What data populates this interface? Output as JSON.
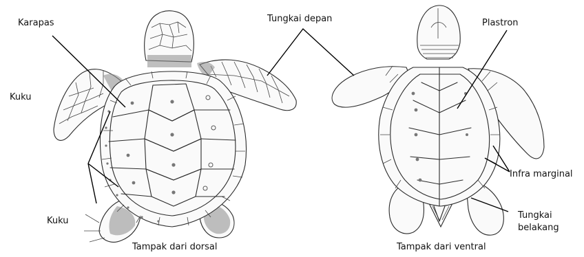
{
  "labels": {
    "karapas": "Karapas",
    "tungkai_depan": "Tungkai depan",
    "plastron": "Plastron",
    "kuku_top": "Kuku",
    "kuku_bottom": "Kuku",
    "infra_marginal": "Infra marginal",
    "tungkai_belakang_1": "Tungkai",
    "tungkai_belakang_2": "belakang"
  },
  "captions": {
    "dorsal": "Tampak dari dorsal",
    "ventral": "Tampak dari ventral"
  }
}
